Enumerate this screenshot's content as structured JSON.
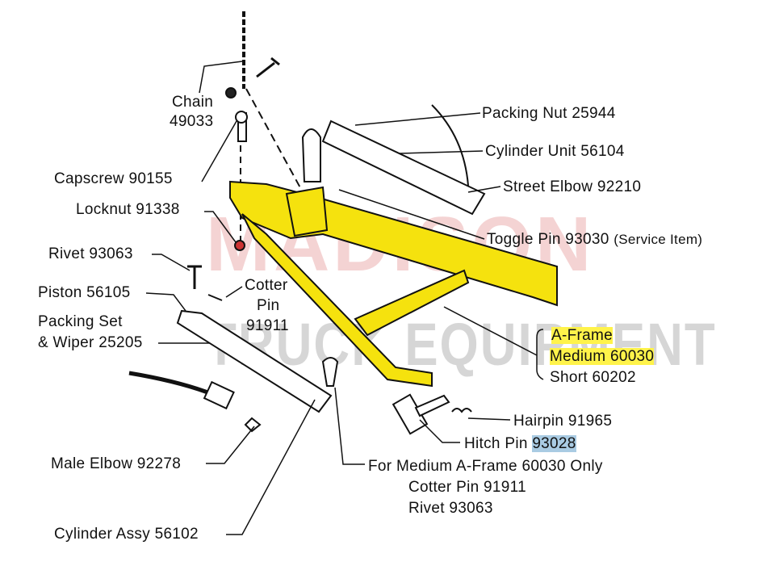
{
  "watermark": {
    "line1": "MADISON",
    "line2": "TRUCK EQUIPMENT"
  },
  "colors": {
    "frame": "#f5e20e",
    "highlight_yellow": "#fff34a",
    "highlight_blue": "#a9cbe3",
    "watermark_red": "#e8a0a0",
    "watermark_gray": "#b5b5b5"
  },
  "labels": {
    "chain_name": "Chain",
    "chain_num": "49033",
    "capscrew": "Capscrew 90155",
    "locknut": "Locknut 91338",
    "rivet": "Rivet 93063",
    "piston": "Piston 56105",
    "packing_set_1": "Packing Set",
    "packing_set_2": "& Wiper 25205",
    "cotter_1": "Cotter",
    "cotter_2": "Pin",
    "cotter_3": "91911",
    "male_elbow": "Male Elbow 92278",
    "cylinder_assy": "Cylinder Assy 56102",
    "packing_nut": "Packing Nut 25944",
    "cylinder_unit": "Cylinder Unit 56104",
    "street_elbow": "Street Elbow 92210",
    "toggle_pin": "Toggle Pin 93030",
    "toggle_pin_note": "(Service Item)",
    "aframe_title": "A-Frame",
    "aframe_medium": "Medium 60030",
    "aframe_short": "Short 60202",
    "hairpin": "Hairpin 91965",
    "hitch_pin_name": "Hitch Pin ",
    "hitch_pin_num": "93028",
    "medium_only": "For Medium A-Frame 60030 Only",
    "medium_cotter": "Cotter Pin 91911",
    "medium_rivet": "Rivet 93063"
  }
}
